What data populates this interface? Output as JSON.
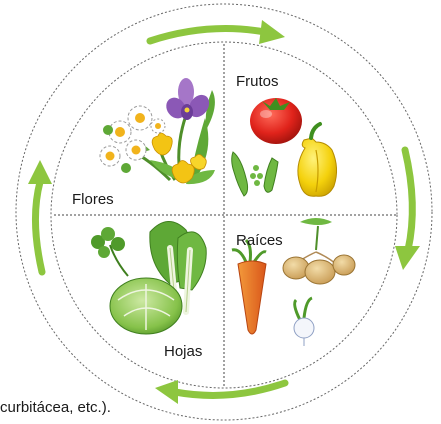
{
  "quadrants": {
    "top_left": "Flores",
    "top_right": "Frutos",
    "bottom_left": "Hojas",
    "bottom_right": "Raíces"
  },
  "cycle_arrow_color": "#8dc63f",
  "bottom_caption": "curbitácea, etc.)."
}
